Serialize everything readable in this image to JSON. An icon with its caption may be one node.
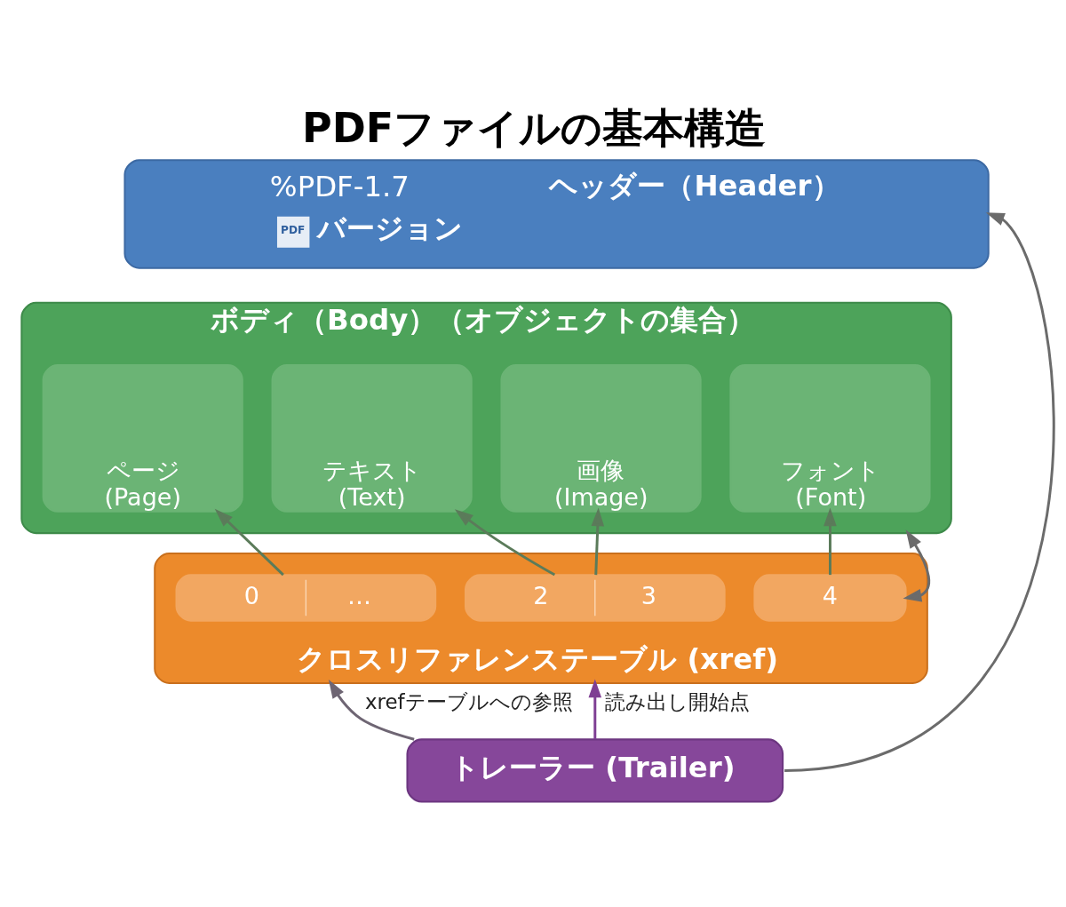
{
  "diagram": {
    "title": "PDFファイルの基本構造",
    "nodes": [
      {
        "text": [
          "%PDF-1.7",
          "ヘッダー（Header）",
          "PDF",
          "バージョン"
        ]
      },
      {
        "text": [
          "ボディ（Body）（オブジェクトの集合）"
        ]
      },
      {
        "text": [
          "ページ (Page)"
        ],
        "in": 1
      },
      {
        "text": [
          "テキスト (Text)"
        ],
        "in": 1
      },
      {
        "text": [
          "画像 (Image)"
        ],
        "in": 1
      },
      {
        "text": [
          "フォント (Font)"
        ],
        "in": 1
      },
      {
        "text": [
          "クロスリファレンステーブル (xref)"
        ]
      },
      {
        "text": [
          "0",
          "…"
        ],
        "in": 6
      },
      {
        "text": [
          "2",
          "3"
        ],
        "in": 6
      },
      {
        "text": [
          "4"
        ],
        "in": 6
      },
      {
        "text": [
          "トレーラー (Trailer)"
        ]
      }
    ],
    "edges": [
      {
        "from": 7,
        "to": 2,
        "arrow": "to"
      },
      {
        "from": 8,
        "to": 3,
        "arrow": "to"
      },
      {
        "from": 8,
        "to": 4,
        "arrow": "to"
      },
      {
        "from": 9,
        "to": 5,
        "arrow": "to"
      },
      {
        "from": 9,
        "to": 1,
        "arrow": "both",
        "color": "#6b6b6b"
      },
      {
        "from": 10,
        "to": 6,
        "arrow": "to",
        "label": "xrefテーブルへの参照",
        "color": "#6e6573"
      },
      {
        "from": 10,
        "to": 6,
        "arrow": "to",
        "label": "読み出し開始点",
        "color": "#7e3f93"
      },
      {
        "from": 10,
        "to": 0,
        "arrow": "to",
        "color": "#6b6b6b"
      }
    ]
  }
}
